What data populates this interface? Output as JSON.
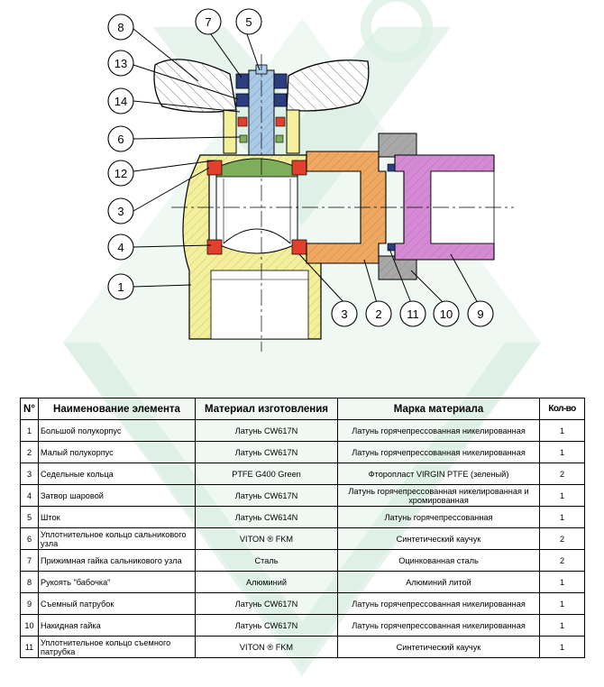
{
  "callouts": {
    "c8": "8",
    "c7": "7",
    "c5": "5",
    "c13": "13",
    "c14": "14",
    "c6": "6",
    "c12": "12",
    "c3a": "3",
    "c4": "4",
    "c1": "1",
    "c3b": "3",
    "c2": "2",
    "c11": "11",
    "c10": "10",
    "c9": "9"
  },
  "table": {
    "headers": [
      "N°",
      "Наименование элемента",
      "Материал изготовления",
      "Марка материала",
      "Кол-во"
    ],
    "rows": [
      {
        "n": "1",
        "name": "Большой полукорпус",
        "material": "Латунь CW617N",
        "grade": "Латунь горячепрессованная никелированная",
        "qty": "1"
      },
      {
        "n": "2",
        "name": "Малый полукорпус",
        "material": "Латунь CW617N",
        "grade": "Латунь горячепрессованная никелированная",
        "qty": "1"
      },
      {
        "n": "3",
        "name": "Седельные кольца",
        "material": "PTFE G400 Green",
        "grade": "Фторопласт VIRGIN PTFE (зеленый)",
        "qty": "2"
      },
      {
        "n": "4",
        "name": "Затвор шаровой",
        "material": "Латунь CW617N",
        "grade": "Латунь горячепрессованная никелированная и хромированная",
        "qty": "1"
      },
      {
        "n": "5",
        "name": "Шток",
        "material": "Латунь CW614N",
        "grade": "Латунь горячепрессованная",
        "qty": "1"
      },
      {
        "n": "6",
        "name": "Уплотнительное кольцо сальникового узла",
        "material": "VITON ® FKM",
        "grade": "Синтетический каучук",
        "qty": "2"
      },
      {
        "n": "7",
        "name": "Прижимная гайка сальникового узла",
        "material": "Сталь",
        "grade": "Оцинкованная сталь",
        "qty": "2"
      },
      {
        "n": "8",
        "name": "Рукоять \"бабочка\"",
        "material": "Алюминий",
        "grade": "Алюминий литой",
        "qty": "1"
      },
      {
        "n": "9",
        "name": "Съемный патрубок",
        "material": "Латунь CW617N",
        "grade": "Латунь горячепрессованная никелированная",
        "qty": "1"
      },
      {
        "n": "10",
        "name": "Накидная гайка",
        "material": "Латунь CW617N",
        "grade": "Латунь горячепрессованная никелированная",
        "qty": "1"
      },
      {
        "n": "11",
        "name": "Уплотнительное кольцо съемного патрубка",
        "material": "VITON ® FKM",
        "grade": "Синтетический каучук",
        "qty": "1"
      }
    ]
  },
  "colors": {
    "watermark": "#c8e8d6",
    "body_brass": "#f4ef9a",
    "union_orange": "#f0a860",
    "nipple_purple": "#d68ad6",
    "stem_blue": "#a9cbe8",
    "seal_red": "#e0402c",
    "seal_green": "#7fae5a",
    "nut_grey": "#a8a8a8",
    "oring_navy": "#2c3e80"
  }
}
